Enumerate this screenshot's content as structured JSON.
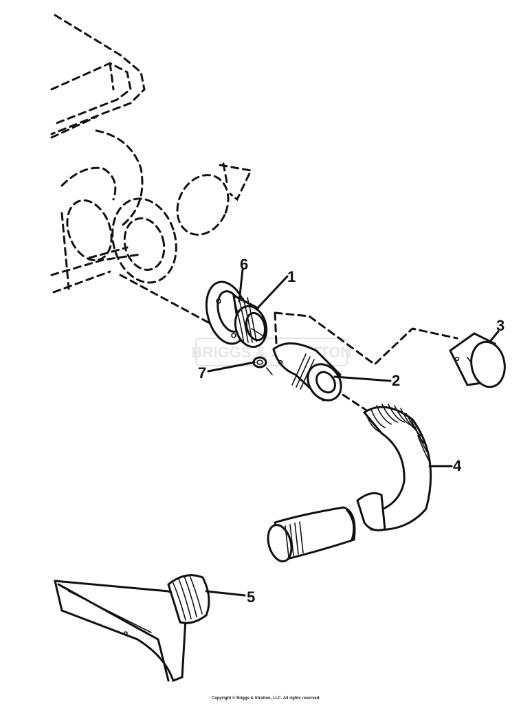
{
  "callouts": [
    {
      "id": "1",
      "label": "1"
    },
    {
      "id": "2",
      "label": "2"
    },
    {
      "id": "3",
      "label": "3"
    },
    {
      "id": "4",
      "label": "4"
    },
    {
      "id": "5",
      "label": "5"
    },
    {
      "id": "6",
      "label": "6"
    },
    {
      "id": "7",
      "label": "7"
    }
  ],
  "watermark": {
    "text": "BRIGGS & STRATTON"
  },
  "footer": {
    "copyright": "Copyright © Briggs & Stratton, LLC. All rights reserved."
  },
  "colors": {
    "ink": "#111111",
    "paper": "#ffffff",
    "watermark": "#e3e3e3"
  }
}
